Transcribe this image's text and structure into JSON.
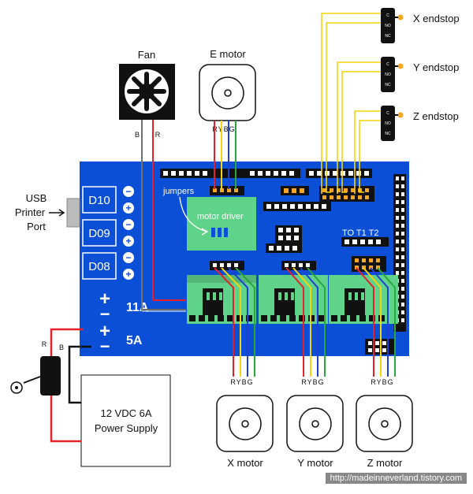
{
  "fan": {
    "label": "Fan",
    "wire_left": "B",
    "wire_right": "R"
  },
  "e_motor": {
    "label": "E motor",
    "wires": "RYBG"
  },
  "endstops": [
    {
      "label": "X endstop",
      "pins": [
        "C",
        "NO",
        "NC"
      ]
    },
    {
      "label": "Y endstop",
      "pins": [
        "C",
        "NO",
        "NC"
      ]
    },
    {
      "label": "Z endstop",
      "pins": [
        "C",
        "NO",
        "NC"
      ]
    }
  ],
  "usb": {
    "line1": "USB",
    "line2": "Printer",
    "line3": "Port"
  },
  "outputs": [
    {
      "label": "D10",
      "top": "−",
      "bottom": "+"
    },
    {
      "label": "D09",
      "top": "−",
      "bottom": "+"
    },
    {
      "label": "D08",
      "top": "−",
      "bottom": "+"
    }
  ],
  "annotations": {
    "jumpers": "jumpers",
    "motor_driver": "motor driver",
    "temps": "TO  T1  T2"
  },
  "power": {
    "input_11a": "11A",
    "input_5a": "5A",
    "plus": "+",
    "minus": "−",
    "wire_r": "R",
    "wire_b": "B",
    "supply_line1": "12 VDC 6A",
    "supply_line2": "Power Supply"
  },
  "motors": [
    {
      "label": "X motor",
      "wires": "RYBG"
    },
    {
      "label": "Y motor",
      "wires": "RYBG"
    },
    {
      "label": "Z motor",
      "wires": "RYBG"
    }
  ],
  "url": "http://madeinneverland.tistory.com",
  "colors": {
    "board": "#0b4fd6",
    "driver": "#5fd38a",
    "wire_red": "#e8202a",
    "wire_yellow": "#f5d40a",
    "wire_blue": "#1f3fd6",
    "wire_green": "#2aa63a",
    "header": "#111111",
    "pin": "#ffffff",
    "pin_orange": "#f5a623"
  }
}
